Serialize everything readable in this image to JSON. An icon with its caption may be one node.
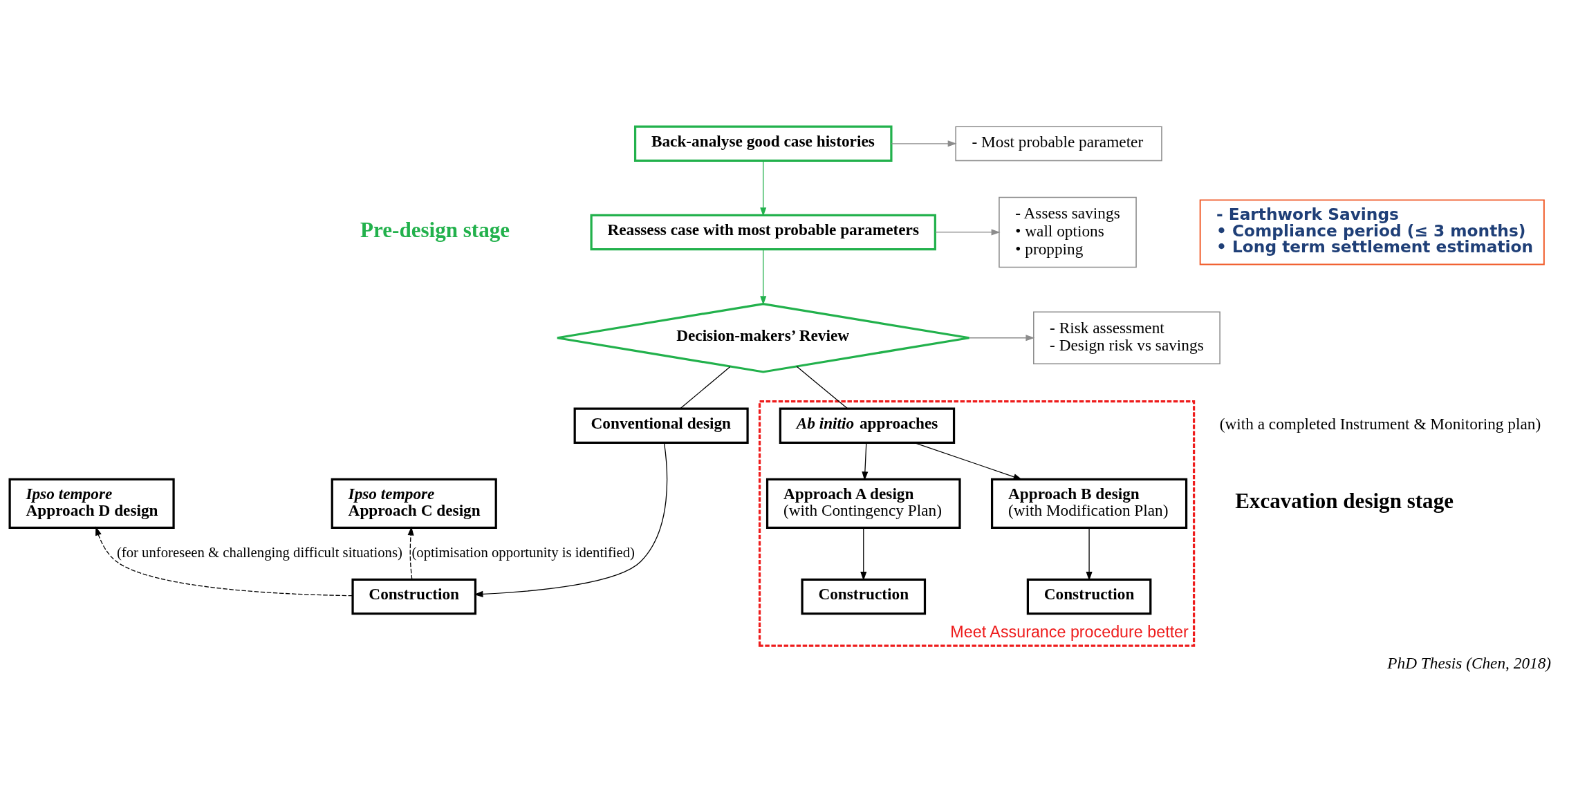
{
  "diagram": {
    "caption": "PhD Thesis (Chen, 2018)",
    "nodes": [
      {
        "text": [
          "Back-analyse good case histories"
        ]
      },
      {
        "text": [
          "- Most probable parameter"
        ]
      },
      {
        "text": [
          "Reassess case with most probable parameters"
        ]
      },
      {
        "text": [
          "- Assess savings",
          "• wall options",
          "• propping"
        ]
      },
      {
        "text": [
          "Decision-makers’ Review"
        ]
      },
      {
        "text": [
          "- Risk assessment",
          "- Design risk vs savings"
        ]
      },
      {
        "text": [
          "- Earthwork Savings",
          "• Compliance period (≤ 3 months)",
          "• Long term settlement estimation"
        ]
      },
      {
        "text": [
          "Meet Assurance procedure better"
        ]
      },
      {
        "text": [
          "*Ab initio* approaches"
        ],
        "in": 7
      },
      {
        "text": [
          "Approach A design",
          "(with Contingency Plan)"
        ],
        "in": 7
      },
      {
        "text": [
          "Approach B design",
          "(with Modification Plan)"
        ],
        "in": 7
      },
      {
        "text": [
          "Construction"
        ],
        "in": 7
      },
      {
        "text": [
          "Construction"
        ],
        "in": 7
      },
      {
        "text": [
          "Conventional design"
        ]
      },
      {
        "text": [
          "*Ipso tempore*",
          "Approach C design"
        ]
      },
      {
        "text": [
          "*Ipso tempore*",
          "Approach D design"
        ]
      },
      {
        "text": [
          "Construction"
        ]
      }
    ],
    "edges": [
      {
        "from": 0,
        "to": 1,
        "arrow": "to",
        "color": "#8c8c8c"
      },
      {
        "from": 0,
        "to": 2,
        "arrow": "to",
        "color": "#22b14c"
      },
      {
        "from": 2,
        "to": 3,
        "arrow": "to",
        "color": "#8c8c8c"
      },
      {
        "from": 2,
        "to": 4,
        "arrow": "to",
        "color": "#22b14c"
      },
      {
        "from": 4,
        "to": 5,
        "arrow": "to",
        "color": "#8c8c8c"
      },
      {
        "from": 4,
        "to": 8,
        "arrow": "none"
      },
      {
        "from": 4,
        "to": 13,
        "arrow": "none"
      },
      {
        "from": 8,
        "to": 9,
        "arrow": "to"
      },
      {
        "from": 8,
        "to": 10,
        "arrow": "to"
      },
      {
        "from": 9,
        "to": 11,
        "arrow": "to"
      },
      {
        "from": 10,
        "to": 12,
        "arrow": "to"
      },
      {
        "from": 13,
        "to": 16,
        "arrow": "to"
      },
      {
        "from": 16,
        "to": 14,
        "arrow": "to",
        "style": "dashed",
        "label": "(optimisation opportunity is identified)"
      },
      {
        "from": 16,
        "to": 15,
        "arrow": "to",
        "style": "dashed",
        "label": "(for unforeseen & challenging difficult situations)"
      }
    ],
    "labels": [
      "Pre-design stage",
      "Excavation design stage",
      "(with a completed Instrument & Monitoring plan)"
    ]
  }
}
